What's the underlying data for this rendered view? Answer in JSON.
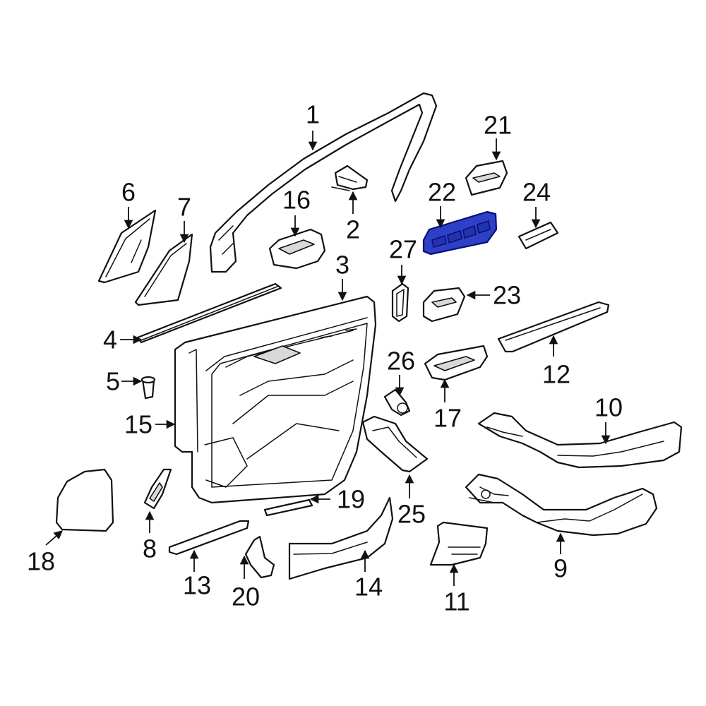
{
  "diagram": {
    "highlight_color": "#2e3fc8",
    "callouts": [
      {
        "id": "c1",
        "label": "1"
      },
      {
        "id": "c2",
        "label": "2"
      },
      {
        "id": "c3",
        "label": "3"
      },
      {
        "id": "c4",
        "label": "4"
      },
      {
        "id": "c5",
        "label": "5"
      },
      {
        "id": "c6",
        "label": "6"
      },
      {
        "id": "c7",
        "label": "7"
      },
      {
        "id": "c8",
        "label": "8"
      },
      {
        "id": "c9",
        "label": "9"
      },
      {
        "id": "c10",
        "label": "10"
      },
      {
        "id": "c11",
        "label": "11"
      },
      {
        "id": "c12",
        "label": "12"
      },
      {
        "id": "c13",
        "label": "13"
      },
      {
        "id": "c14",
        "label": "14"
      },
      {
        "id": "c15",
        "label": "15"
      },
      {
        "id": "c16",
        "label": "16"
      },
      {
        "id": "c17",
        "label": "17"
      },
      {
        "id": "c18",
        "label": "18"
      },
      {
        "id": "c19",
        "label": "19"
      },
      {
        "id": "c20",
        "label": "20"
      },
      {
        "id": "c21",
        "label": "21"
      },
      {
        "id": "c22",
        "label": "22"
      },
      {
        "id": "c23",
        "label": "23"
      },
      {
        "id": "c24",
        "label": "24"
      },
      {
        "id": "c25",
        "label": "25"
      },
      {
        "id": "c26",
        "label": "26"
      },
      {
        "id": "c27",
        "label": "27"
      }
    ]
  }
}
